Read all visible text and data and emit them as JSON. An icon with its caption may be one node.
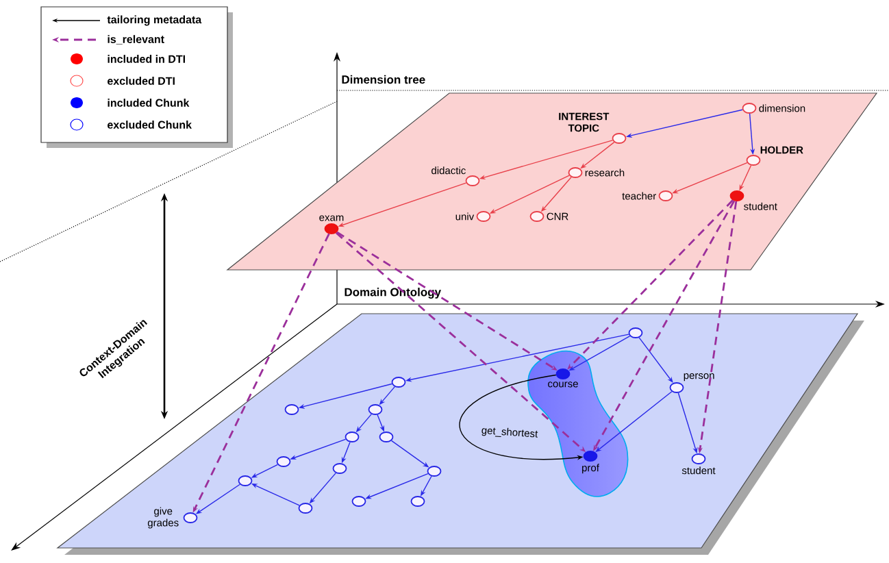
{
  "diagram": {
    "nodes": [
      {
        "text": [
          "Dimension tree"
        ]
      },
      {
        "text": [
          "dimension"
        ],
        "in": 0
      },
      {
        "text": [
          "INTEREST TOPIC"
        ],
        "in": 0
      },
      {
        "text": [
          "HOLDER"
        ],
        "in": 0
      },
      {
        "text": [
          "didactic"
        ],
        "in": 0
      },
      {
        "text": [
          "research"
        ],
        "in": 0
      },
      {
        "text": [
          "teacher"
        ],
        "in": 0
      },
      {
        "text": [
          "student"
        ],
        "in": 0
      },
      {
        "text": [
          "exam"
        ],
        "in": 0
      },
      {
        "text": [
          "univ"
        ],
        "in": 0
      },
      {
        "text": [
          "CNR"
        ],
        "in": 0
      },
      {
        "text": [
          "Domain  Ontology"
        ]
      },
      {
        "text": [],
        "shape": "circle",
        "in": 11
      },
      {
        "text": [
          "course"
        ],
        "in": 11
      },
      {
        "text": [],
        "shape": "circle",
        "in": 11
      },
      {
        "text": [
          "person"
        ],
        "in": 11
      },
      {
        "text": [],
        "shape": "circle",
        "in": 11
      },
      {
        "text": [],
        "shape": "circle",
        "in": 11
      },
      {
        "text": [],
        "shape": "circle",
        "in": 11
      },
      {
        "text": [],
        "shape": "circle",
        "in": 11
      },
      {
        "text": [
          "prof"
        ],
        "in": 11
      },
      {
        "text": [
          "student"
        ],
        "in": 11
      },
      {
        "text": [],
        "shape": "circle",
        "in": 11
      },
      {
        "text": [],
        "shape": "circle",
        "in": 11
      },
      {
        "text": [],
        "shape": "circle",
        "in": 11
      },
      {
        "text": [],
        "shape": "circle",
        "in": 11
      },
      {
        "text": [],
        "shape": "circle",
        "in": 11
      },
      {
        "text": [],
        "shape": "circle",
        "in": 11
      },
      {
        "text": [],
        "shape": "circle",
        "in": 11
      },
      {
        "text": [
          "give grades"
        ],
        "in": 11
      }
    ],
    "edges": [
      {
        "from": 1,
        "to": 2,
        "arrow": "to"
      },
      {
        "from": 1,
        "to": 3,
        "arrow": "to"
      },
      {
        "from": 2,
        "to": 4,
        "arrow": "to",
        "color": "#e8404a"
      },
      {
        "from": 2,
        "to": 5,
        "arrow": "to",
        "color": "#e8404a"
      },
      {
        "from": 4,
        "to": 8,
        "arrow": "to",
        "color": "#e8404a"
      },
      {
        "from": 5,
        "to": 9,
        "arrow": "to",
        "color": "#e8404a"
      },
      {
        "from": 5,
        "to": 10,
        "arrow": "to",
        "color": "#e8404a"
      },
      {
        "from": 3,
        "to": 6,
        "arrow": "to",
        "color": "#e8404a"
      },
      {
        "from": 3,
        "to": 7,
        "arrow": "to",
        "color": "#e8404a"
      },
      {
        "from": 12,
        "to": 14,
        "arrow": "to"
      },
      {
        "from": 12,
        "to": 13,
        "arrow": "to"
      },
      {
        "from": 12,
        "to": 15,
        "arrow": "to"
      },
      {
        "from": 15,
        "to": 20,
        "arrow": "to"
      },
      {
        "from": 15,
        "to": 21,
        "arrow": "to"
      },
      {
        "from": 14,
        "to": 16,
        "arrow": "to"
      },
      {
        "from": 14,
        "to": 17,
        "arrow": "to"
      },
      {
        "from": 17,
        "to": 18,
        "arrow": "to"
      },
      {
        "from": 17,
        "to": 19,
        "arrow": "to"
      },
      {
        "from": 18,
        "to": 22,
        "arrow": "to"
      },
      {
        "from": 18,
        "to": 23,
        "arrow": "to"
      },
      {
        "from": 22,
        "to": 25,
        "arrow": "to"
      },
      {
        "from": 23,
        "to": 28,
        "arrow": "to"
      },
      {
        "from": 28,
        "to": 25,
        "arrow": "to"
      },
      {
        "from": 25,
        "to": 29,
        "arrow": "to"
      },
      {
        "from": 19,
        "to": 24,
        "arrow": "to"
      },
      {
        "from": 24,
        "to": 26,
        "arrow": "to"
      },
      {
        "from": 24,
        "to": 27,
        "arrow": "to"
      },
      {
        "from": 13,
        "to": 20,
        "arrow": "to",
        "label": "get_shortest",
        "color": "#000000"
      },
      {
        "from": 8,
        "to": 29,
        "arrow": "to",
        "style": "dashed",
        "color": "#9b2f9b"
      },
      {
        "from": 8,
        "to": 13,
        "arrow": "to",
        "style": "dashed",
        "color": "#9b2f9b"
      },
      {
        "from": 8,
        "to": 20,
        "arrow": "to",
        "style": "dashed",
        "color": "#9b2f9b"
      },
      {
        "from": 7,
        "to": 13,
        "arrow": "to",
        "style": "dashed",
        "color": "#9b2f9b"
      },
      {
        "from": 7,
        "to": 20,
        "arrow": "to",
        "style": "dashed",
        "color": "#9b2f9b"
      },
      {
        "from": 7,
        "to": 21,
        "arrow": "to",
        "style": "dashed",
        "color": "#9b2f9b"
      }
    ],
    "labels": [
      "Context-Domain Integration"
    ],
    "legend": [
      {
        "text": "tailoring metadata"
      },
      {
        "text": "is_relevant"
      },
      {
        "text": "included in DTI"
      },
      {
        "text": "excluded DTI"
      },
      {
        "text": "included Chunk"
      },
      {
        "text": "excluded Chunk"
      }
    ]
  }
}
